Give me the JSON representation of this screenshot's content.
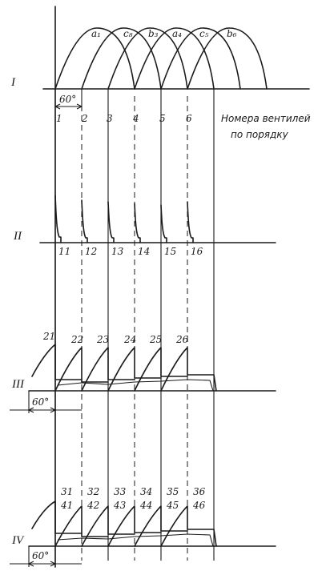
{
  "sections": {
    "s1": "I",
    "s2": "II",
    "s3": "III",
    "s4": "IV"
  },
  "phase_labels": [
    "a₁",
    "c₈",
    "b₃",
    "a₄",
    "c₅",
    "b₆"
  ],
  "valve_numbers_row1": [
    "1",
    "2",
    "3",
    "4",
    "5",
    "6"
  ],
  "valve_numbers_row2": [
    "11",
    "12",
    "13",
    "14",
    "15",
    "16"
  ],
  "valve_numbers_row3": [
    "21",
    "22",
    "23",
    "24",
    "25",
    "26"
  ],
  "valve_numbers_row4a": [
    "31",
    "32",
    "33",
    "34",
    "35",
    "36"
  ],
  "valve_numbers_row4b": [
    "41",
    "42",
    "43",
    "44",
    "45",
    "46"
  ],
  "angle_label": "60°",
  "note": {
    "line1": "Номера вентилей",
    "line2": "по порядку"
  }
}
